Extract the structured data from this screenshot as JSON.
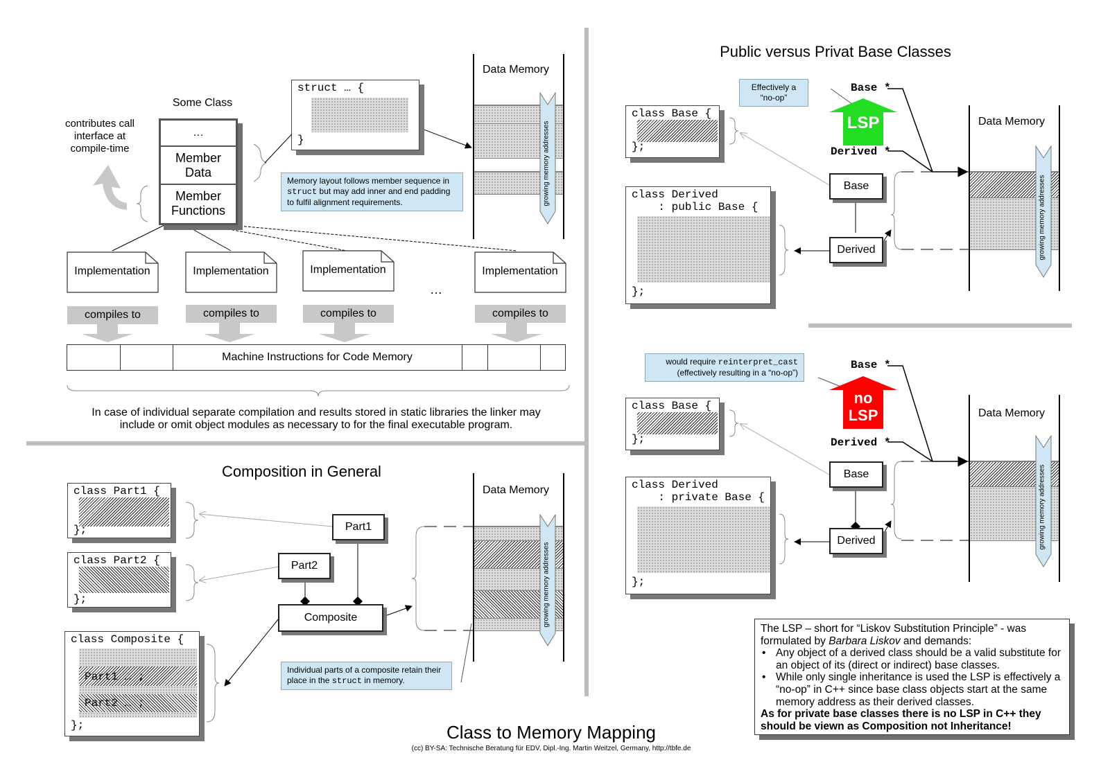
{
  "main_title": "Class to Memory Mapping",
  "credit": "(cc) BY-SA: Technische Beratung für EDV, Dipl.-Ing. Martin Weitzel, Germany, http://tbfe.de",
  "top_left": {
    "some_class": "Some Class",
    "ellipsis": "…",
    "member_data": "Member Data",
    "member_functions": "Member Functions",
    "contributes": "contributes call interface at compile-time",
    "struct_open": "struct … {",
    "struct_close": "}",
    "data_memory": "Data Memory",
    "growing": "growing memory addresses",
    "note_pre": "Memory layout follows member sequence in ",
    "note_code": "struct",
    "note_post": " but may add inner and end padding to fulfil alignment requirements.",
    "implementation": "Implementation",
    "more": "…",
    "compiles_to": "compiles to",
    "machine": "Machine Instructions for Code Memory",
    "footnote": "In case of individual separate compilation and results stored in static libraries the linker may include or omit object modules as necessary to for the final executable program."
  },
  "composition": {
    "title": "Composition in General",
    "part1_open": "class Part1 {",
    "part2_open": "class Part2 {",
    "composite_open": "class Composite {",
    "part1_member": "Part1 … ;",
    "part2_member": "Part2 … ;",
    "close": "};",
    "part1": "Part1",
    "part2": "Part2",
    "composite": "Composite",
    "data_memory": "Data Memory",
    "growing": "growing memory addresses",
    "note_pre": "Individual parts of a composite retain their place in the ",
    "note_code": "struct",
    "note_post": " in memory."
  },
  "public": {
    "title": "Public versus Privat Base Classes",
    "effectively": "Effectively a “no-op”",
    "lsp": "LSP",
    "base_ptr": "Base *",
    "derived_ptr": "Derived *",
    "base_open": "class Base {",
    "derived_open1": "class Derived",
    "derived_open2": "    : public Base {",
    "close": "};",
    "base": "Base",
    "derived": "Derived",
    "data_memory": "Data Memory",
    "growing": "growing memory addresses"
  },
  "private": {
    "note_pre": "would require ",
    "note_code": "reinterpret_cast",
    "note_post": "(effectively resulting in a “no-op”)",
    "no": "no",
    "lsp": "LSP",
    "base_ptr": "Base *",
    "derived_ptr": "Derived *",
    "base_open": "class Base {",
    "derived_open1": "class Derived",
    "derived_open2": "    : private Base {",
    "close": "};",
    "base": "Base",
    "derived": "Derived",
    "data_memory": "Data Memory",
    "growing": "growing memory addresses"
  },
  "lsp_box": {
    "line1": "The LSP – short for “Liskov Substitution Principle” - was",
    "line2_pre": "formulated by ",
    "line2_em": "Barbara Liskov",
    "line2_post": " and demands:",
    "bullet1": "Any object of a derived class should be a valid substitute for an object of its (direct or indirect) base classes.",
    "bullet2": "While only single inheritance is used the LSP is effectively a “no-op” in C++ since base class objects start at the same memory address as their derived classes.",
    "conclusion": "As for private base classes there is no LSP in C++ they should be viewn as Composition not Inheritance!"
  },
  "colors": {
    "lsp_green": "#22dd22",
    "nolsp_red": "#ff0000",
    "note_blue": "#cfe7f5",
    "divider": "#bdbdbd"
  }
}
